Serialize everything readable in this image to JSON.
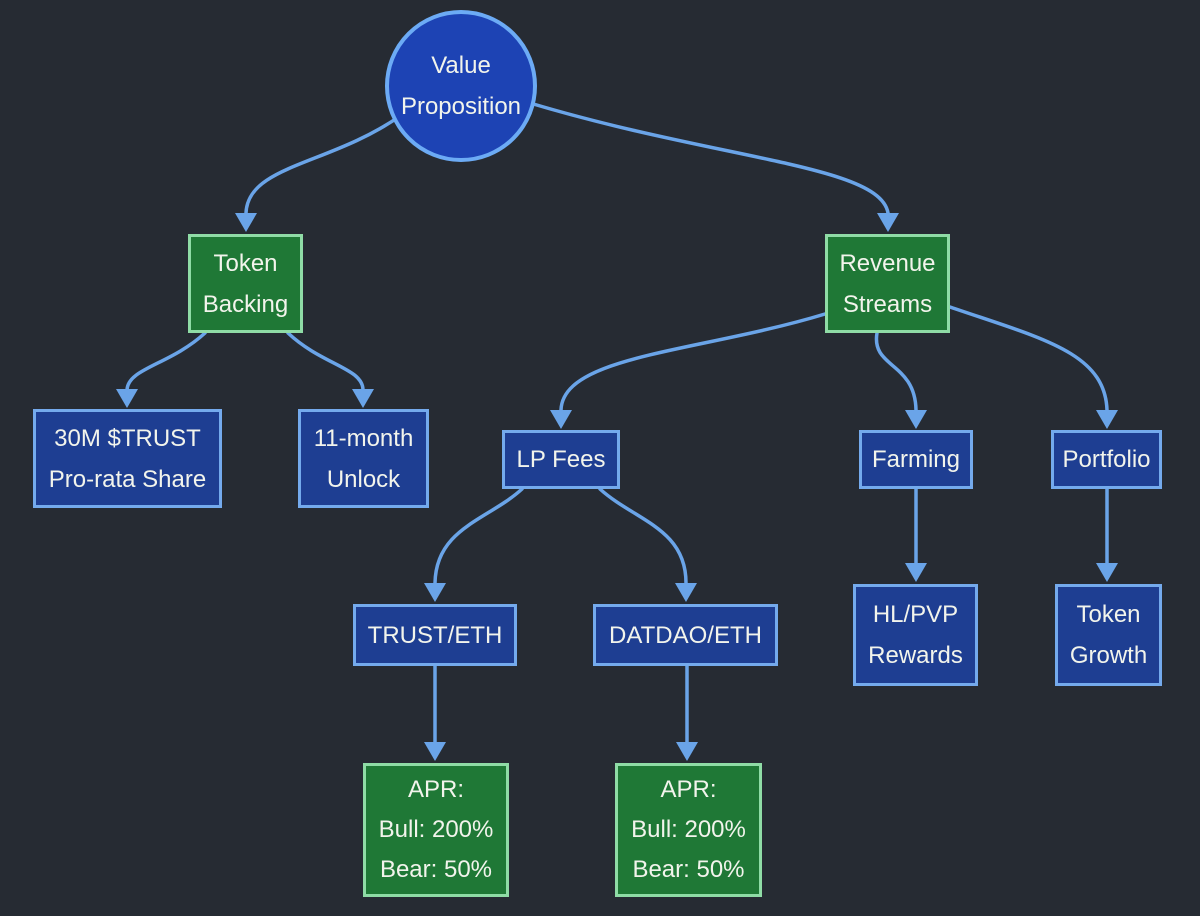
{
  "diagram": {
    "title": "Value Proposition flowchart",
    "colors": {
      "bg": "#262b33",
      "edge": "#6aa4e8",
      "text": "#f2f4ec",
      "circle_fill": "#1d43b4",
      "circle_border": "#6cabf5",
      "blue_fill": "#1e3e92",
      "blue_border": "#74aaed",
      "green_fill": "#1f7836",
      "green_border": "#8fdca6"
    },
    "nodes": [
      {
        "id": "value-proposition",
        "shape": "circle",
        "lines": [
          "Value",
          "Proposition"
        ]
      },
      {
        "id": "token-backing",
        "shape": "rect-green",
        "lines": [
          "Token",
          "Backing"
        ]
      },
      {
        "id": "revenue-streams",
        "shape": "rect-green",
        "lines": [
          "Revenue",
          "Streams"
        ]
      },
      {
        "id": "trust-30m",
        "shape": "rect-blue",
        "lines": [
          "30M $TRUST",
          "Pro-rata Share"
        ]
      },
      {
        "id": "unlock-11m",
        "shape": "rect-blue",
        "lines": [
          "11-month",
          "Unlock"
        ]
      },
      {
        "id": "lp-fees",
        "shape": "rect-blue",
        "lines": [
          "LP Fees"
        ]
      },
      {
        "id": "farming",
        "shape": "rect-blue",
        "lines": [
          "Farming"
        ]
      },
      {
        "id": "portfolio",
        "shape": "rect-blue",
        "lines": [
          "Portfolio"
        ]
      },
      {
        "id": "trust-eth",
        "shape": "rect-blue",
        "lines": [
          "TRUST/ETH"
        ]
      },
      {
        "id": "datdao-eth",
        "shape": "rect-blue",
        "lines": [
          "DATDAO/ETH"
        ]
      },
      {
        "id": "hl-pvp-rewards",
        "shape": "rect-blue",
        "lines": [
          "HL/PVP",
          "Rewards"
        ]
      },
      {
        "id": "token-growth",
        "shape": "rect-blue",
        "lines": [
          "Token",
          "Growth"
        ]
      },
      {
        "id": "apr-trust-eth",
        "shape": "rect-green",
        "lines": [
          "APR:",
          "Bull: 200%",
          "Bear: 50%"
        ]
      },
      {
        "id": "apr-datdao-eth",
        "shape": "rect-green",
        "lines": [
          "APR:",
          "Bull: 200%",
          "Bear: 50%"
        ]
      }
    ],
    "edges": [
      {
        "from": "value-proposition",
        "to": "token-backing"
      },
      {
        "from": "value-proposition",
        "to": "revenue-streams"
      },
      {
        "from": "token-backing",
        "to": "trust-30m"
      },
      {
        "from": "token-backing",
        "to": "unlock-11m"
      },
      {
        "from": "revenue-streams",
        "to": "lp-fees"
      },
      {
        "from": "revenue-streams",
        "to": "farming"
      },
      {
        "from": "revenue-streams",
        "to": "portfolio"
      },
      {
        "from": "lp-fees",
        "to": "trust-eth"
      },
      {
        "from": "lp-fees",
        "to": "datdao-eth"
      },
      {
        "from": "farming",
        "to": "hl-pvp-rewards"
      },
      {
        "from": "portfolio",
        "to": "token-growth"
      },
      {
        "from": "trust-eth",
        "to": "apr-trust-eth"
      },
      {
        "from": "datdao-eth",
        "to": "apr-datdao-eth"
      }
    ]
  }
}
